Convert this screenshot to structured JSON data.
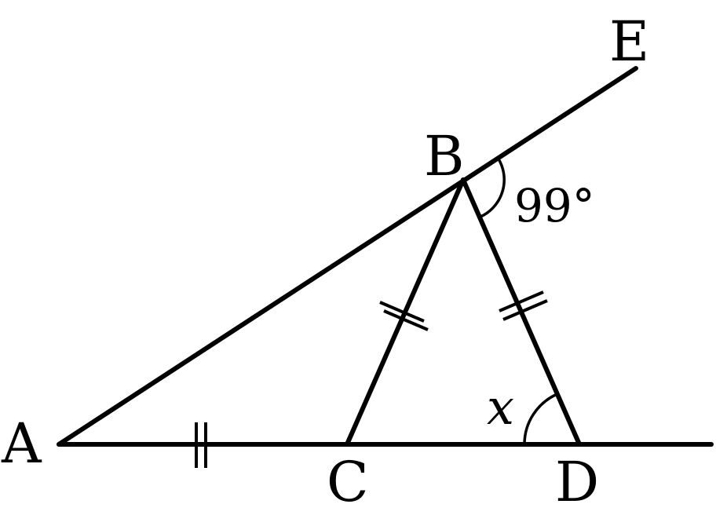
{
  "points": {
    "A": "A",
    "B": "B",
    "C": "C",
    "D": "D",
    "E": "E"
  },
  "angles": {
    "exterior_at_B": "99°",
    "at_D": "x"
  },
  "equal_segments": [
    "AC",
    "BC",
    "BD"
  ],
  "colors": {
    "stroke": "#000000",
    "background": "#ffffff"
  }
}
